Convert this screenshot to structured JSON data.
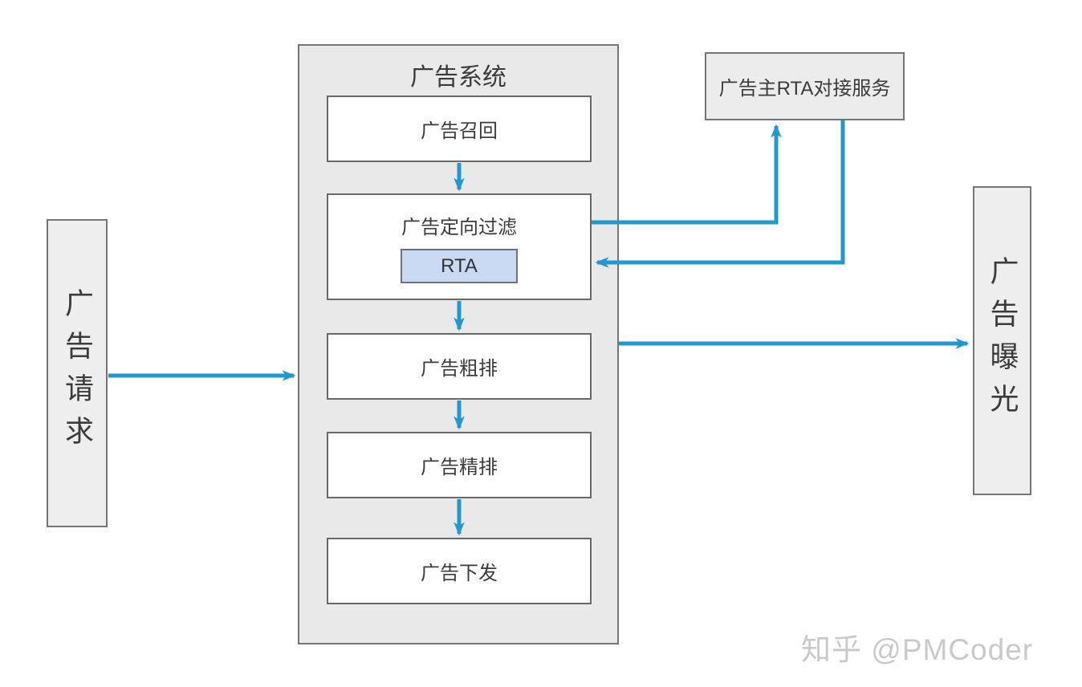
{
  "diagram": {
    "title": "广告系统",
    "nodes": {
      "request": "广告请求",
      "recall": "广告召回",
      "targeting_filter": "广告定向过滤",
      "rta": "RTA",
      "coarse_rank": "广告粗排",
      "fine_rank": "广告精排",
      "delivery": "广告下发",
      "rta_service": "广告主RTA对接服务",
      "exposure": "广告曝光"
    },
    "colors": {
      "arrow": "#2298cd",
      "container_fill": "#e9e9e9",
      "container_border": "#757575",
      "inner_box_border": "#696969",
      "rta_fill": "#c9d9f2",
      "watermark": "#c9c9c9"
    },
    "watermark": "知乎 @PMCoder"
  }
}
